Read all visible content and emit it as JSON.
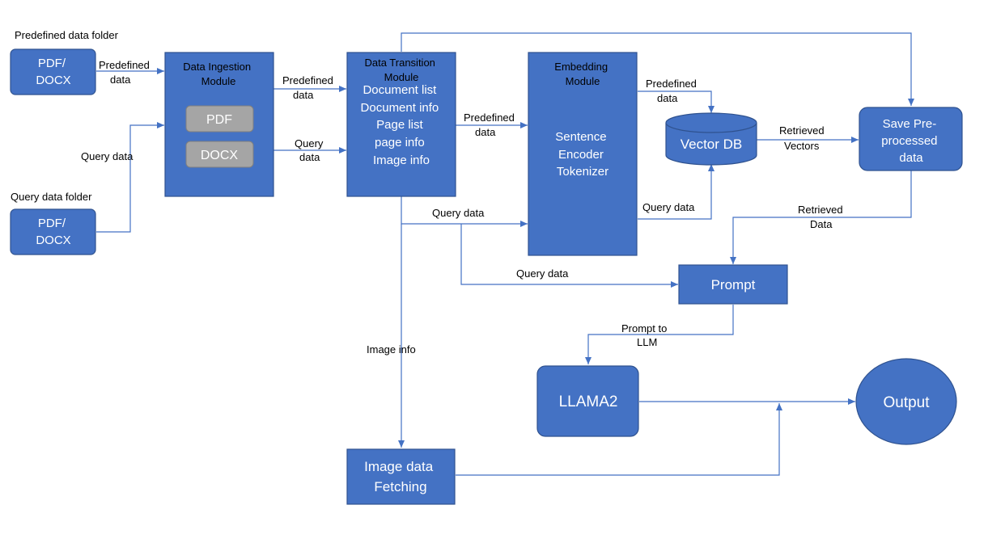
{
  "colors": {
    "box_fill": "#4472c4",
    "box_stroke": "#2f528f",
    "sub_box_fill": "#a5a5a5",
    "sub_box_stroke": "#7f7f7f",
    "arrow": "#4472c4",
    "label": "#000000",
    "box_text": "#ffffff"
  },
  "folders": {
    "predefined_title": "Predefined data folder",
    "query_title": "Query data folder",
    "predefined_box": [
      "PDF/",
      "DOCX"
    ],
    "query_box": [
      "PDF/",
      "DOCX"
    ]
  },
  "ingestion": {
    "title": [
      "Data Ingestion",
      "Module"
    ],
    "pdf": "PDF",
    "docx": "DOCX"
  },
  "transition": {
    "title": [
      "Data Transition",
      "Module"
    ],
    "lines": [
      "Document list",
      "Document  info",
      "Page list",
      "page info",
      "Image info"
    ]
  },
  "embedding": {
    "title": [
      "Embedding",
      "Module"
    ],
    "lines": [
      "Sentence",
      "Encoder",
      "Tokenizer"
    ]
  },
  "vector_db": "Vector DB",
  "save_box": [
    "Save Pre-",
    "processed",
    "data"
  ],
  "prompt_box": "Prompt",
  "llama_box": "LLAMA2",
  "output_box": "Output",
  "image_fetch_box": [
    "Image data",
    "Fetching"
  ],
  "edge_labels": {
    "predefined_data_1": [
      "Predefined",
      "data"
    ],
    "query_data_1": "Query data",
    "predefined_data_2": [
      "Predefined",
      "data"
    ],
    "query_data_2": [
      "Query",
      "data"
    ],
    "predefined_data_3": [
      "Predefined",
      "data"
    ],
    "predefined_data_4": [
      "Predefined",
      "data"
    ],
    "query_data_3": "Query data",
    "query_data_4": "Query data",
    "query_data_5": "Query data",
    "retrieved_vectors": [
      "Retrieved",
      "Vectors"
    ],
    "retrieved_data": [
      "Retrieved",
      "Data"
    ],
    "prompt_to_llm": [
      "Prompt to",
      "LLM"
    ],
    "image_info": "Image  info"
  }
}
